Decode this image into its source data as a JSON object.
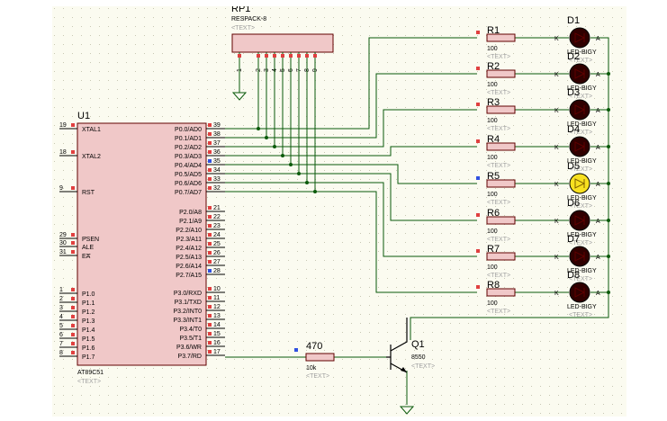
{
  "colors": {
    "sheet": "#fbfbf0",
    "grid_dot": "#c8c8b4",
    "wire": "#0a5a0a",
    "component_fill": "#f0c8c8",
    "component_edge": "#600000",
    "pin_marker": "#e04040",
    "pin_marker_active": "#3050e0",
    "led_off": "#300000",
    "led_on": "#f8e020"
  },
  "mcu": {
    "ref": "U1",
    "part": "AT89C51",
    "text_tag": "<TEXT>",
    "left_pins": [
      {
        "num": "19",
        "name": "XTAL1",
        "bar": false
      },
      {
        "num": "18",
        "name": "XTAL2",
        "bar": false
      },
      {
        "num": "9",
        "name": "RST",
        "bar": false
      },
      {
        "num": "29",
        "name": "PSEN",
        "bar": true
      },
      {
        "num": "30",
        "name": "ALE",
        "bar": false
      },
      {
        "num": "31",
        "name": "EA",
        "bar": true
      },
      {
        "num": "1",
        "name": "P1.0",
        "bar": false
      },
      {
        "num": "2",
        "name": "P1.1",
        "bar": false
      },
      {
        "num": "3",
        "name": "P1.2",
        "bar": false
      },
      {
        "num": "4",
        "name": "P1.3",
        "bar": false
      },
      {
        "num": "5",
        "name": "P1.4",
        "bar": false
      },
      {
        "num": "6",
        "name": "P1.5",
        "bar": false
      },
      {
        "num": "7",
        "name": "P1.6",
        "bar": false
      },
      {
        "num": "8",
        "name": "P1.7",
        "bar": false
      }
    ],
    "right_pins": [
      {
        "num": "39",
        "name": "P0.0/AD0"
      },
      {
        "num": "38",
        "name": "P0.1/AD1"
      },
      {
        "num": "37",
        "name": "P0.2/AD2"
      },
      {
        "num": "36",
        "name": "P0.3/AD3"
      },
      {
        "num": "35",
        "name": "P0.4/AD4"
      },
      {
        "num": "34",
        "name": "P0.5/AD5"
      },
      {
        "num": "33",
        "name": "P0.6/AD6"
      },
      {
        "num": "32",
        "name": "P0.7/AD7"
      },
      {
        "num": "21",
        "name": "P2.0/A8"
      },
      {
        "num": "22",
        "name": "P2.1/A9"
      },
      {
        "num": "23",
        "name": "P2.2/A10"
      },
      {
        "num": "24",
        "name": "P2.3/A11"
      },
      {
        "num": "25",
        "name": "P2.4/A12"
      },
      {
        "num": "26",
        "name": "P2.5/A13"
      },
      {
        "num": "27",
        "name": "P2.6/A14"
      },
      {
        "num": "28",
        "name": "P2.7/A15"
      },
      {
        "num": "10",
        "name": "P3.0/RXD"
      },
      {
        "num": "11",
        "name": "P3.1/TXD"
      },
      {
        "num": "12",
        "name": "P3.2/INT0"
      },
      {
        "num": "13",
        "name": "P3.3/INT1"
      },
      {
        "num": "14",
        "name": "P3.4/T0"
      },
      {
        "num": "15",
        "name": "P3.5/T1"
      },
      {
        "num": "16",
        "name": "P3.6/WR"
      },
      {
        "num": "17",
        "name": "P3.7/RD"
      }
    ]
  },
  "respack": {
    "ref": "RP1",
    "part": "RESPACK-8",
    "text_tag": "<TEXT>",
    "pins": [
      "1",
      "2",
      "3",
      "4",
      "5",
      "6",
      "7",
      "8",
      "9"
    ]
  },
  "leds": [
    {
      "res_ref": "R1",
      "res_value": "100",
      "led_ref": "D1",
      "led_part": "LED-BIGY",
      "lit": false
    },
    {
      "res_ref": "R2",
      "res_value": "100",
      "led_ref": "D2",
      "led_part": "LED-BIGY",
      "lit": false
    },
    {
      "res_ref": "R3",
      "res_value": "100",
      "led_ref": "D3",
      "led_part": "LED-BIGY",
      "lit": false
    },
    {
      "res_ref": "R4",
      "res_value": "100",
      "led_ref": "D4",
      "led_part": "LED-BIGY",
      "lit": false
    },
    {
      "res_ref": "R5",
      "res_value": "100",
      "led_ref": "D5",
      "led_part": "LED-BIGY",
      "lit": true
    },
    {
      "res_ref": "R6",
      "res_value": "100",
      "led_ref": "D6",
      "led_part": "LED-BIGY",
      "lit": false
    },
    {
      "res_ref": "R7",
      "res_value": "100",
      "led_ref": "D7",
      "led_part": "LED-BIGY",
      "lit": false
    },
    {
      "res_ref": "R8",
      "res_value": "100",
      "led_ref": "D8",
      "led_part": "LED-BIGY",
      "lit": false
    }
  ],
  "led_pin_k": "K",
  "led_pin_a": "A",
  "text_tag": "<TEXT>",
  "base_resistor": {
    "ref": "470",
    "value": "10k",
    "text_tag": "<TEXT>"
  },
  "transistor": {
    "ref": "Q1",
    "part": "8550",
    "text_tag": "<TEXT>"
  }
}
